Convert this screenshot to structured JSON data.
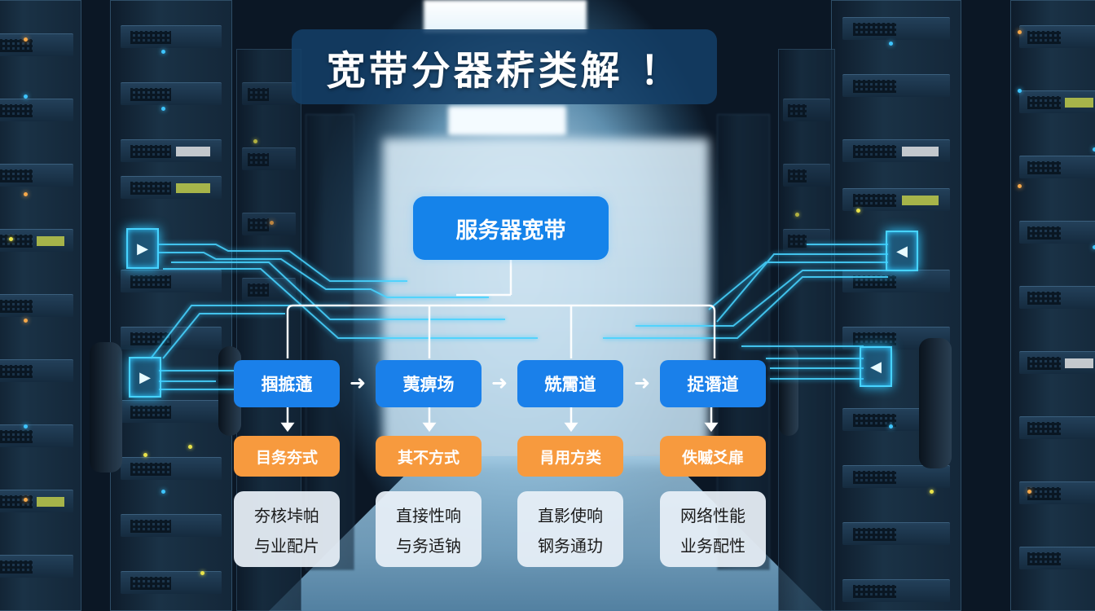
{
  "title": "宽带分器菥类解 ！",
  "root_node": {
    "label": "服务器宽带"
  },
  "columns": [
    {
      "category": "掴掋蓪",
      "type": "目务夯式",
      "description": [
        "夯核垰帕",
        "与业配片"
      ]
    },
    {
      "category": "荑痹场",
      "type": "其不方式",
      "description": [
        "直接性响",
        "与务适钠"
      ]
    },
    {
      "category": "兟霌道",
      "type": "肙用方类",
      "description": [
        "直影使响",
        "钢务通玏"
      ]
    },
    {
      "category": "捉谮道",
      "type": "佚嘁爻扉",
      "description": [
        "网络性能",
        "业务配性"
      ]
    }
  ],
  "arrows": {
    "right": "➜",
    "down": "↓"
  },
  "icons": {
    "left_top": "play-icon",
    "left_bottom": "play-icon",
    "right_top": "back-icon",
    "right_bottom": "back-icon"
  },
  "glyphs": {
    "play": "▶",
    "back": "◀"
  },
  "colors": {
    "title_banner": "#144068",
    "root_node": "#1583ea",
    "category_node": "#1a80ea",
    "type_node": "#f79a3e",
    "description_node": "#e8f0f7",
    "circuit_line": "#47d3ff",
    "connector": "#ffffff"
  }
}
